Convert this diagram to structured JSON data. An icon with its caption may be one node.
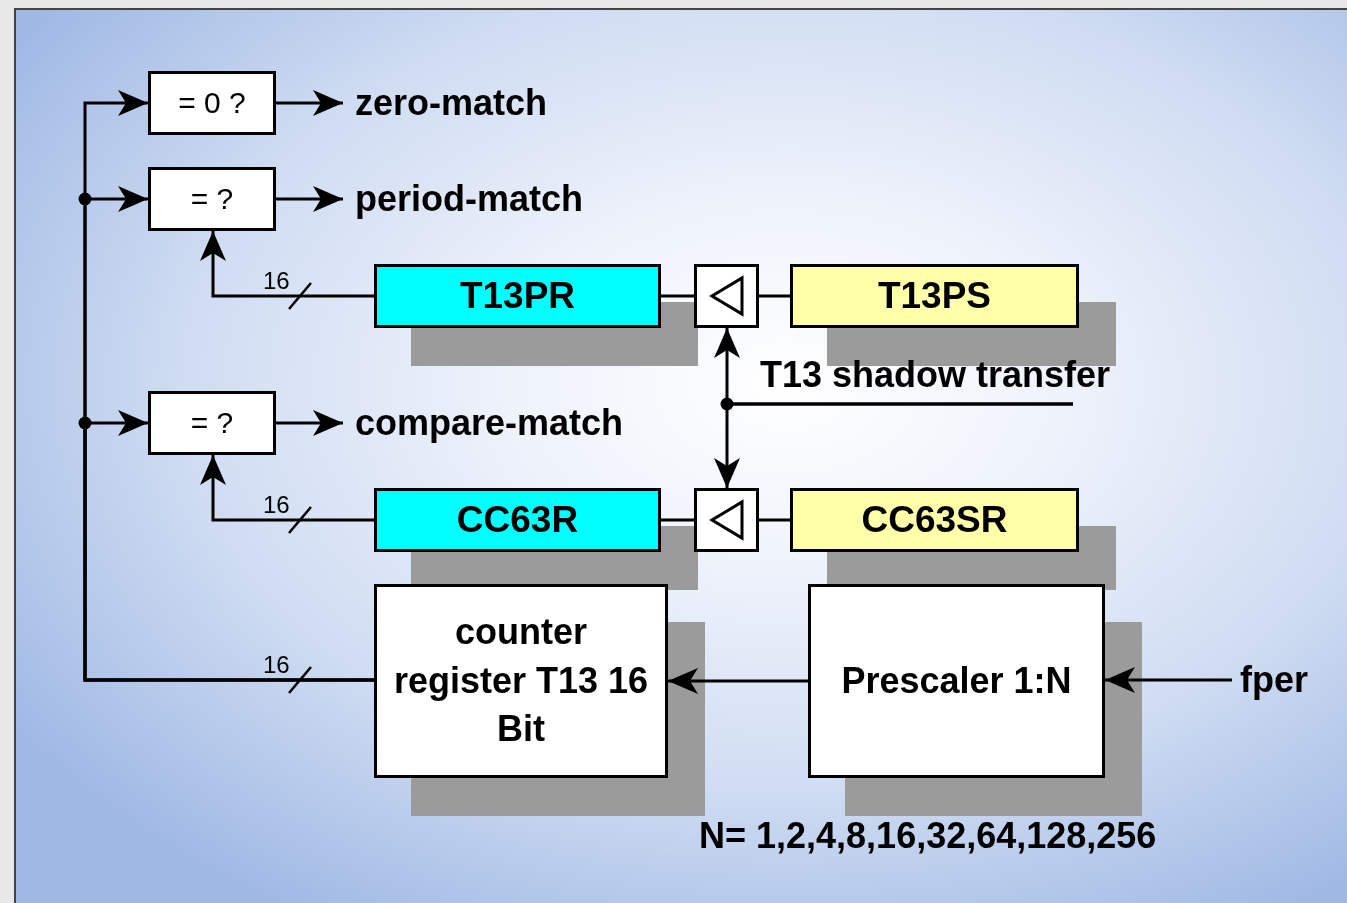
{
  "diagram": {
    "nodes": [
      {
        "text": [
          "= 0 ?"
        ]
      },
      {
        "text": [
          "= ?"
        ]
      },
      {
        "text": [
          "= ?"
        ]
      },
      {
        "text": [
          "T13PR"
        ]
      },
      {
        "text": [],
        "shape": "box"
      },
      {
        "text": [
          "T13PS"
        ]
      },
      {
        "text": [
          "CC63R"
        ]
      },
      {
        "text": [],
        "shape": "box"
      },
      {
        "text": [
          "CC63SR"
        ]
      },
      {
        "text": [
          "counter register T13 16 Bit"
        ]
      },
      {
        "text": [
          "Prescaler 1:N"
        ],
        "beside": [
          "N= 1,2,4,8,16,32,64,128,256"
        ]
      },
      {
        "text": [
          "zero-match"
        ]
      },
      {
        "text": [
          "period-match"
        ]
      },
      {
        "text": [
          "compare-match"
        ]
      },
      {
        "text": [
          "fper"
        ]
      },
      {
        "text": [
          "T13 shadow transfer"
        ]
      }
    ],
    "edges": [
      {
        "from": 9,
        "to": 0,
        "arrow": "to",
        "label": "16"
      },
      {
        "from": 9,
        "to": 1,
        "arrow": "to"
      },
      {
        "from": 9,
        "to": 2,
        "arrow": "to"
      },
      {
        "from": 0,
        "to": 11,
        "arrow": "to"
      },
      {
        "from": 1,
        "to": 12,
        "arrow": "to"
      },
      {
        "from": 2,
        "to": 13,
        "arrow": "to"
      },
      {
        "from": 3,
        "to": 1,
        "arrow": "to",
        "label": "16"
      },
      {
        "from": 6,
        "to": 2,
        "arrow": "to",
        "label": "16"
      },
      {
        "from": 5,
        "to": 4,
        "arrow": "none"
      },
      {
        "from": 4,
        "to": 3,
        "arrow": "none"
      },
      {
        "from": 8,
        "to": 7,
        "arrow": "none"
      },
      {
        "from": 7,
        "to": 6,
        "arrow": "none"
      },
      {
        "from": 15,
        "to": 4,
        "arrow": "to"
      },
      {
        "from": 15,
        "to": 7,
        "arrow": "to"
      },
      {
        "from": 10,
        "to": 9,
        "arrow": "to"
      },
      {
        "from": 14,
        "to": 10,
        "arrow": "to"
      }
    ]
  }
}
